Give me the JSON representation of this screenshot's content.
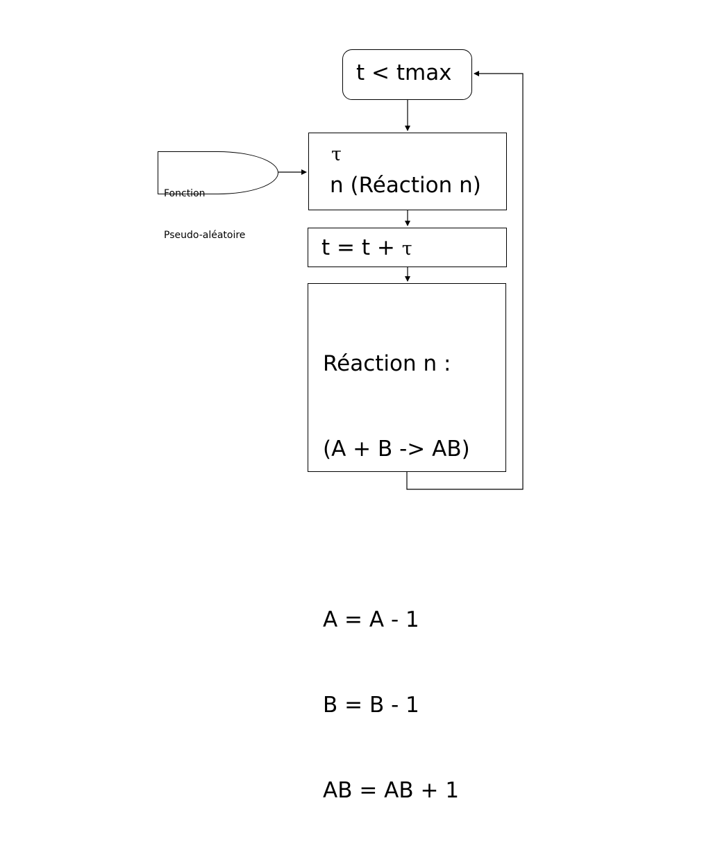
{
  "diagram": {
    "condition": {
      "label": "t < tmax"
    },
    "draw": {
      "tau_label": "τ",
      "label": "n (Réaction n)"
    },
    "update": {
      "label": "t = t + ",
      "tau_label": "τ"
    },
    "reaction": {
      "lines": [
        "Réaction n :",
        "(A + B -> AB)",
        "",
        "A = A - 1",
        "B = B - 1",
        "AB = AB + 1"
      ]
    },
    "input": {
      "lines": [
        "Fonction",
        "Pseudo-aléatoire"
      ]
    }
  }
}
